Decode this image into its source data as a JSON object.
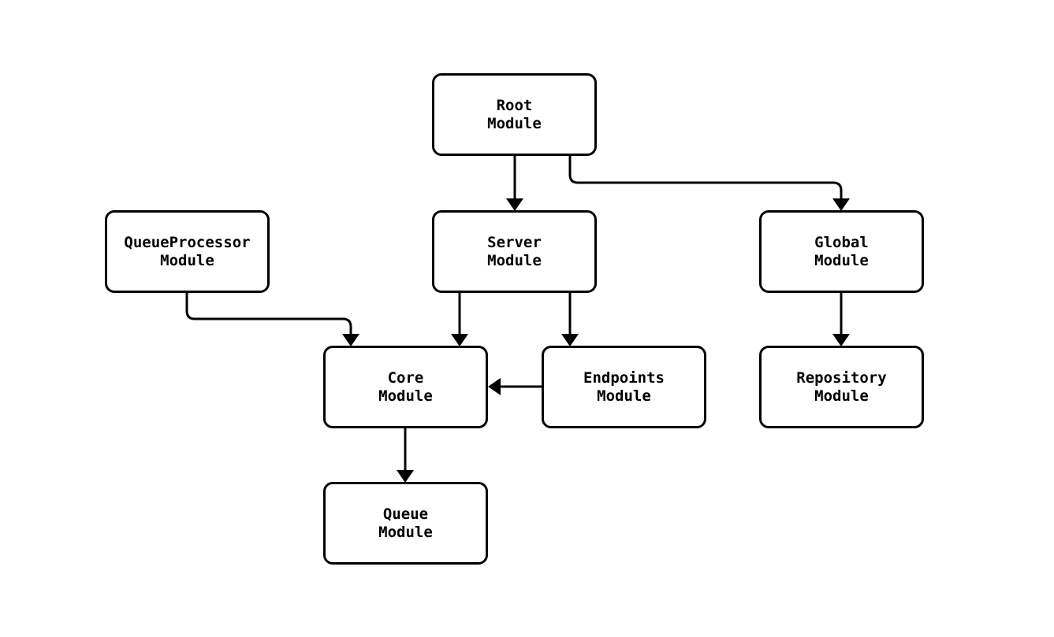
{
  "diagram": {
    "type": "module-dependency-flowchart",
    "colors": {
      "background": "#ffffff",
      "node_fill": "#ffffff",
      "node_border": "#000000",
      "edge_stroke": "#000000",
      "text": "#000000"
    },
    "nodes": [
      {
        "id": "root",
        "label": "Root\nModule"
      },
      {
        "id": "server",
        "label": "Server\nModule"
      },
      {
        "id": "queueprocessor",
        "label": "QueueProcessor\nModule"
      },
      {
        "id": "global",
        "label": "Global\nModule"
      },
      {
        "id": "core",
        "label": "Core\nModule"
      },
      {
        "id": "endpoints",
        "label": "Endpoints\nModule"
      },
      {
        "id": "repository",
        "label": "Repository\nModule"
      },
      {
        "id": "queue",
        "label": "Queue\nModule"
      }
    ],
    "edges": [
      {
        "from": "root",
        "to": "server"
      },
      {
        "from": "root",
        "to": "global"
      },
      {
        "from": "queueprocessor",
        "to": "core"
      },
      {
        "from": "server",
        "to": "core"
      },
      {
        "from": "server",
        "to": "endpoints"
      },
      {
        "from": "endpoints",
        "to": "core"
      },
      {
        "from": "global",
        "to": "repository"
      },
      {
        "from": "core",
        "to": "queue"
      }
    ]
  }
}
